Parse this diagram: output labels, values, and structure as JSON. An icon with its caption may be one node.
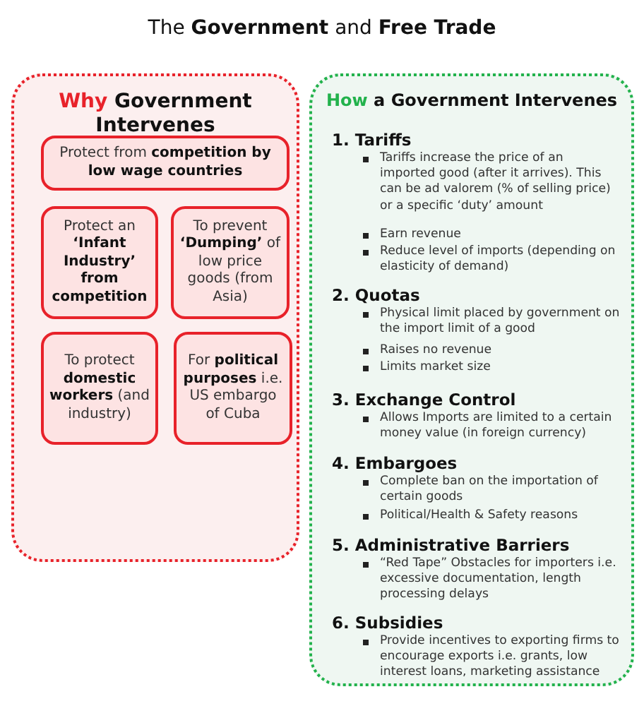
{
  "diagram": {
    "title": "The **Government** and **Free Trade**",
    "nodes": [
      {
        "text": [
          "Why Government Intervenes"
        ]
      },
      {
        "text": [
          "Protect from **competition by low wage countries**"
        ],
        "in": 0
      },
      {
        "text": [
          "Protect an **‘Infant Industry’ from competition**"
        ],
        "in": 0
      },
      {
        "text": [
          "To prevent **‘Dumping’** of low price goods (from Asia)"
        ],
        "in": 0
      },
      {
        "text": [
          "To protect **domestic workers** (and industry)"
        ],
        "in": 0
      },
      {
        "text": [
          "For **political purposes** i.e. US embargo of Cuba"
        ],
        "in": 0
      },
      {
        "text": [
          "How a Government Intervenes",
          "1. Tariffs",
          "Tariffs increase the price of an imported good (after it arrives). This can be ad valorem (% of selling price) or a specific ‘duty’ amount",
          "Earn revenue",
          "Reduce level of imports (depending on elasticity of demand)",
          "2. Quotas",
          "Physical limit placed by government on the import limit of a good",
          "Raises no revenue",
          "Limits market size",
          "3. Exchange Control",
          "Allows Imports are limited to a certain money value (in foreign currency)",
          "4. Embargoes",
          "Complete ban on the importation of certain goods",
          "Political/Health & Safety reasons",
          "5. Administrative Barriers",
          "“Red Tape” Obstacles for importers i.e. excessive documentation, length processing delays",
          "6. Subsidies",
          "Provide incentives to exporting firms to encourage exports i.e. grants, low interest loans, marketing assistance"
        ]
      }
    ]
  }
}
